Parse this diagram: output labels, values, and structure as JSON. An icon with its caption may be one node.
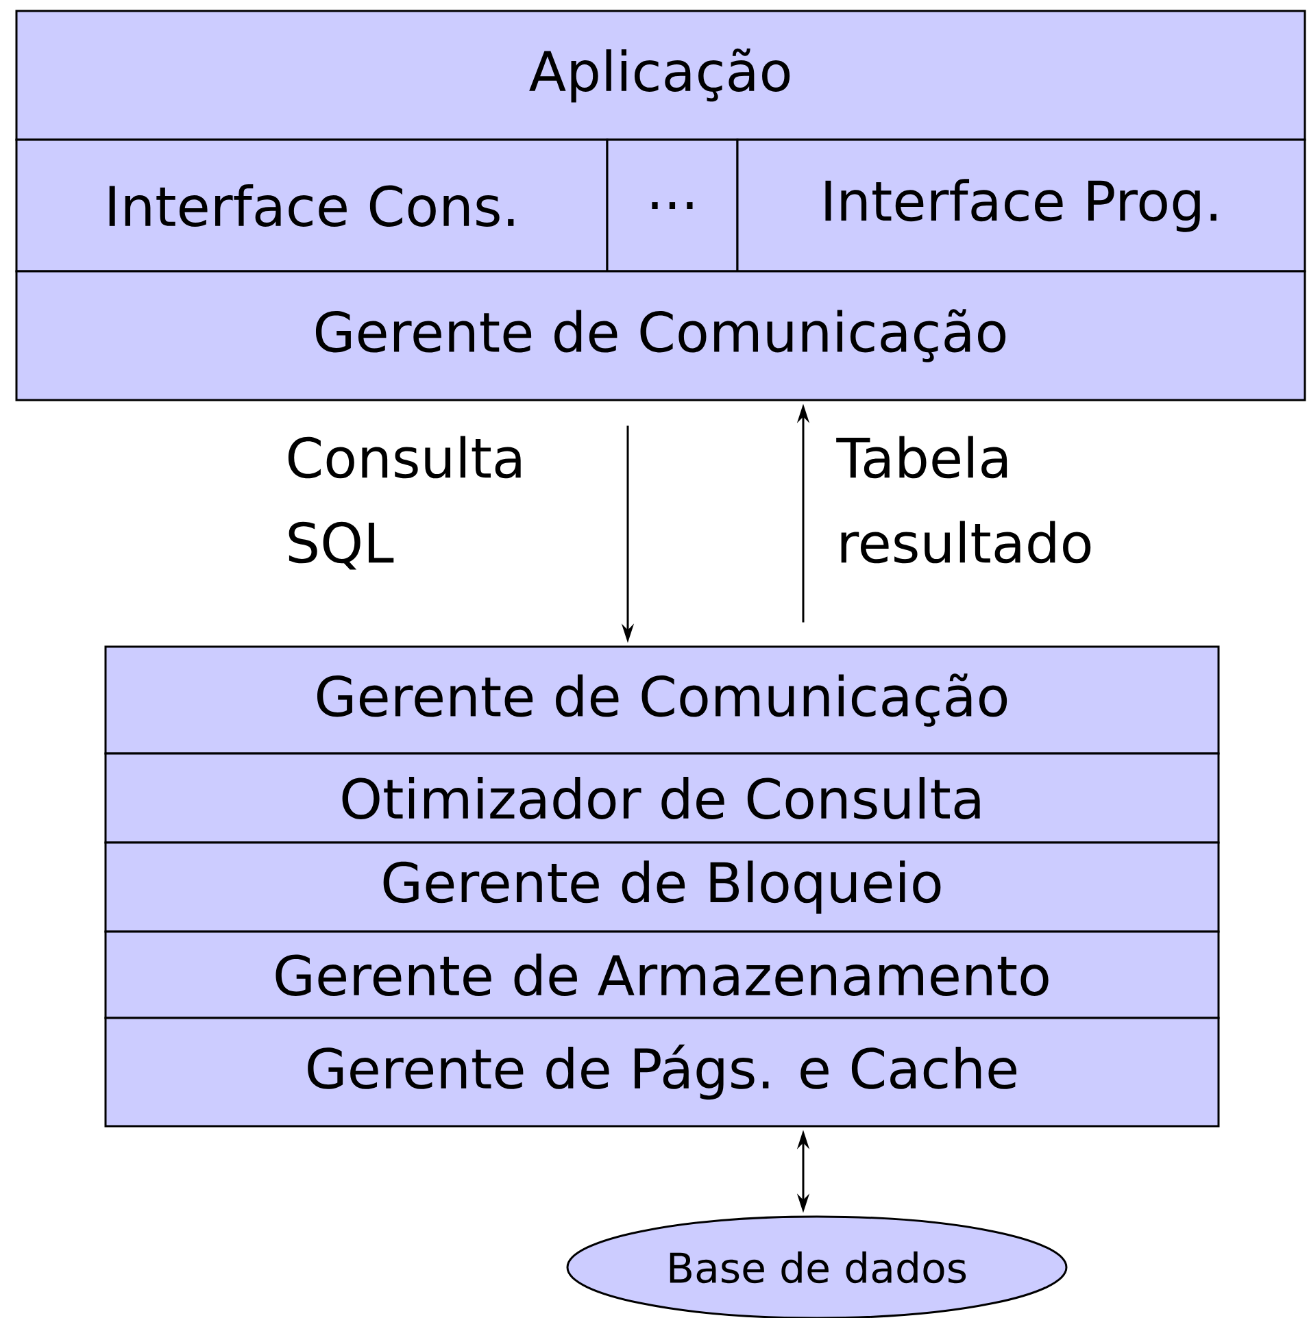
{
  "diagram": {
    "nodes": [
      {
        "text": [
          "Aplicação"
        ]
      },
      {
        "text": [
          "Interface Cons."
        ]
      },
      {
        "text": [
          "..."
        ]
      },
      {
        "text": [
          "Interface Prog."
        ]
      },
      {
        "text": [
          "Gerente de Comunicação"
        ]
      },
      {
        "text": [
          "Gerente de Comunicação"
        ]
      },
      {
        "text": [
          "Otimizador de Consulta"
        ]
      },
      {
        "text": [
          "Gerente de Bloqueio"
        ]
      },
      {
        "text": [
          "Gerente de Armazenamento"
        ]
      },
      {
        "text": [
          "Gerente de Págs. e Cache"
        ]
      },
      {
        "text": [
          "Base de dados"
        ]
      }
    ],
    "edges": [
      {
        "from": 4,
        "to": 5,
        "arrow": "to",
        "label": "Consulta SQL"
      },
      {
        "from": 5,
        "to": 4,
        "arrow": "to",
        "label": "Tabela resultado"
      },
      {
        "from": 9,
        "to": 10,
        "arrow": "both"
      }
    ]
  }
}
